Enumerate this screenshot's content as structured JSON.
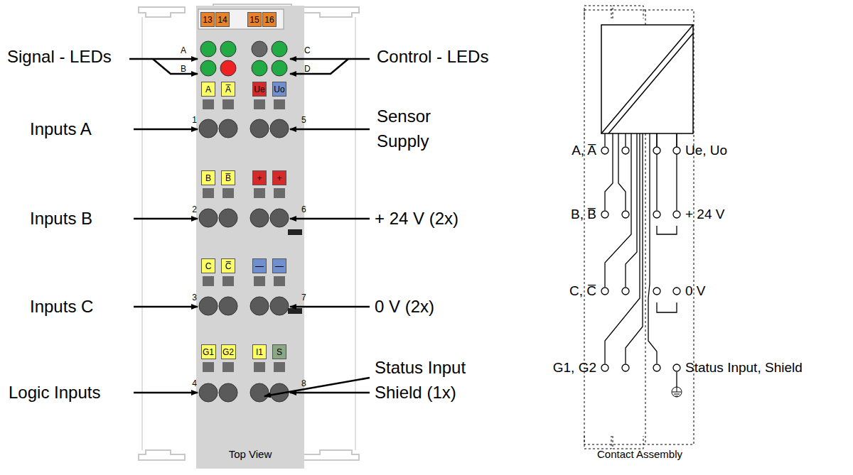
{
  "diagram": {
    "nodes": [
      {
        "text": [
          "13"
        ]
      },
      {
        "text": [
          "14"
        ]
      },
      {
        "text": [
          "15"
        ]
      },
      {
        "text": [
          "16"
        ]
      },
      {
        "text": [
          "A"
        ]
      },
      {
        "text": [
          "A̅"
        ]
      },
      {
        "text": [
          "Ue"
        ]
      },
      {
        "text": [
          "Uo"
        ]
      },
      {
        "text": [
          "B"
        ]
      },
      {
        "text": [
          "B̅"
        ]
      },
      {
        "text": [
          "+"
        ]
      },
      {
        "text": [
          "+"
        ]
      },
      {
        "text": [
          "C"
        ]
      },
      {
        "text": [
          "C̅"
        ]
      },
      {
        "text": [
          "—"
        ]
      },
      {
        "text": [
          "—"
        ]
      },
      {
        "text": [
          "G1"
        ]
      },
      {
        "text": [
          "G2"
        ]
      },
      {
        "text": [
          "I1"
        ]
      },
      {
        "text": [
          "S"
        ]
      }
    ],
    "labels": [
      "Signal - LEDs",
      "A",
      "B",
      "C",
      "D",
      "Control - LEDs",
      "Inputs A",
      "1",
      "5",
      "Sensor Supply",
      "Inputs B",
      "2",
      "6",
      "+ 24 V (2x)",
      "Inputs C",
      "3",
      "7",
      "0 V (2x)",
      "Status Input",
      "Logic Inputs",
      "4",
      "8",
      "Shield (1x)",
      "Top View",
      "A, A̅",
      "Ue, Uo",
      "B, B̅",
      "+ 24 V",
      "C, C̅",
      "0 V",
      "G1, G2",
      "Status Input, Shield",
      "Contact Assembly"
    ]
  }
}
